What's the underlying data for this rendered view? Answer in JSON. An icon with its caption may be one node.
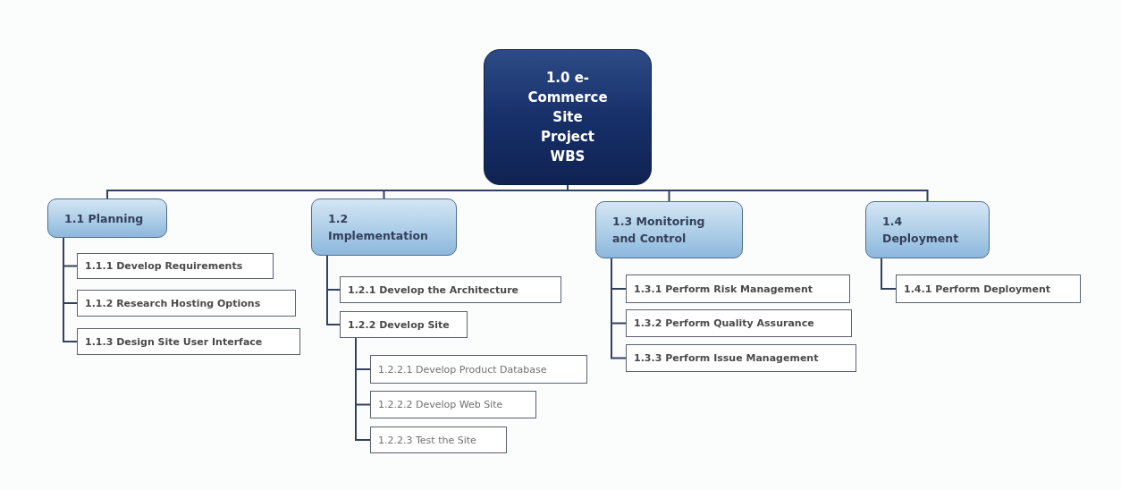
{
  "diagram": {
    "nodes": [
      {
        "text": [
          "1.0 e-Commerce Site Project WBS"
        ]
      },
      {
        "text": [
          "1.1 Planning"
        ]
      },
      {
        "text": [
          "1.2 Implementation"
        ]
      },
      {
        "text": [
          "1.3 Monitoring and Control"
        ]
      },
      {
        "text": [
          "1.4 Deployment"
        ]
      },
      {
        "text": [
          "1.1.1 Develop Requirements"
        ]
      },
      {
        "text": [
          "1.1.2 Research Hosting Options"
        ]
      },
      {
        "text": [
          "1.1.3 Design Site User Interface"
        ]
      },
      {
        "text": [
          "1.2.1 Develop the Architecture"
        ]
      },
      {
        "text": [
          "1.2.2 Develop Site"
        ]
      },
      {
        "text": [
          "1.2.2.1 Develop Product Database"
        ]
      },
      {
        "text": [
          "1.2.2.2 Develop Web Site"
        ]
      },
      {
        "text": [
          "1.2.2.3 Test the Site"
        ]
      },
      {
        "text": [
          "1.3.1 Perform Risk Management"
        ]
      },
      {
        "text": [
          "1.3.2 Perform Quality Assurance"
        ]
      },
      {
        "text": [
          "1.3.3 Perform Issue Management"
        ]
      },
      {
        "text": [
          "1.4.1 Perform Deployment"
        ]
      }
    ],
    "edges": [
      {
        "from": 0,
        "to": 1,
        "arrow": "none"
      },
      {
        "from": 0,
        "to": 2,
        "arrow": "none"
      },
      {
        "from": 0,
        "to": 3,
        "arrow": "none"
      },
      {
        "from": 0,
        "to": 4,
        "arrow": "none"
      },
      {
        "from": 1,
        "to": 5,
        "arrow": "none"
      },
      {
        "from": 1,
        "to": 6,
        "arrow": "none"
      },
      {
        "from": 1,
        "to": 7,
        "arrow": "none"
      },
      {
        "from": 2,
        "to": 8,
        "arrow": "none"
      },
      {
        "from": 2,
        "to": 9,
        "arrow": "none"
      },
      {
        "from": 9,
        "to": 10,
        "arrow": "none"
      },
      {
        "from": 9,
        "to": 11,
        "arrow": "none"
      },
      {
        "from": 9,
        "to": 12,
        "arrow": "none"
      },
      {
        "from": 3,
        "to": 13,
        "arrow": "none"
      },
      {
        "from": 3,
        "to": 14,
        "arrow": "none"
      },
      {
        "from": 3,
        "to": 15,
        "arrow": "none"
      },
      {
        "from": 4,
        "to": 16,
        "arrow": "none"
      }
    ]
  }
}
